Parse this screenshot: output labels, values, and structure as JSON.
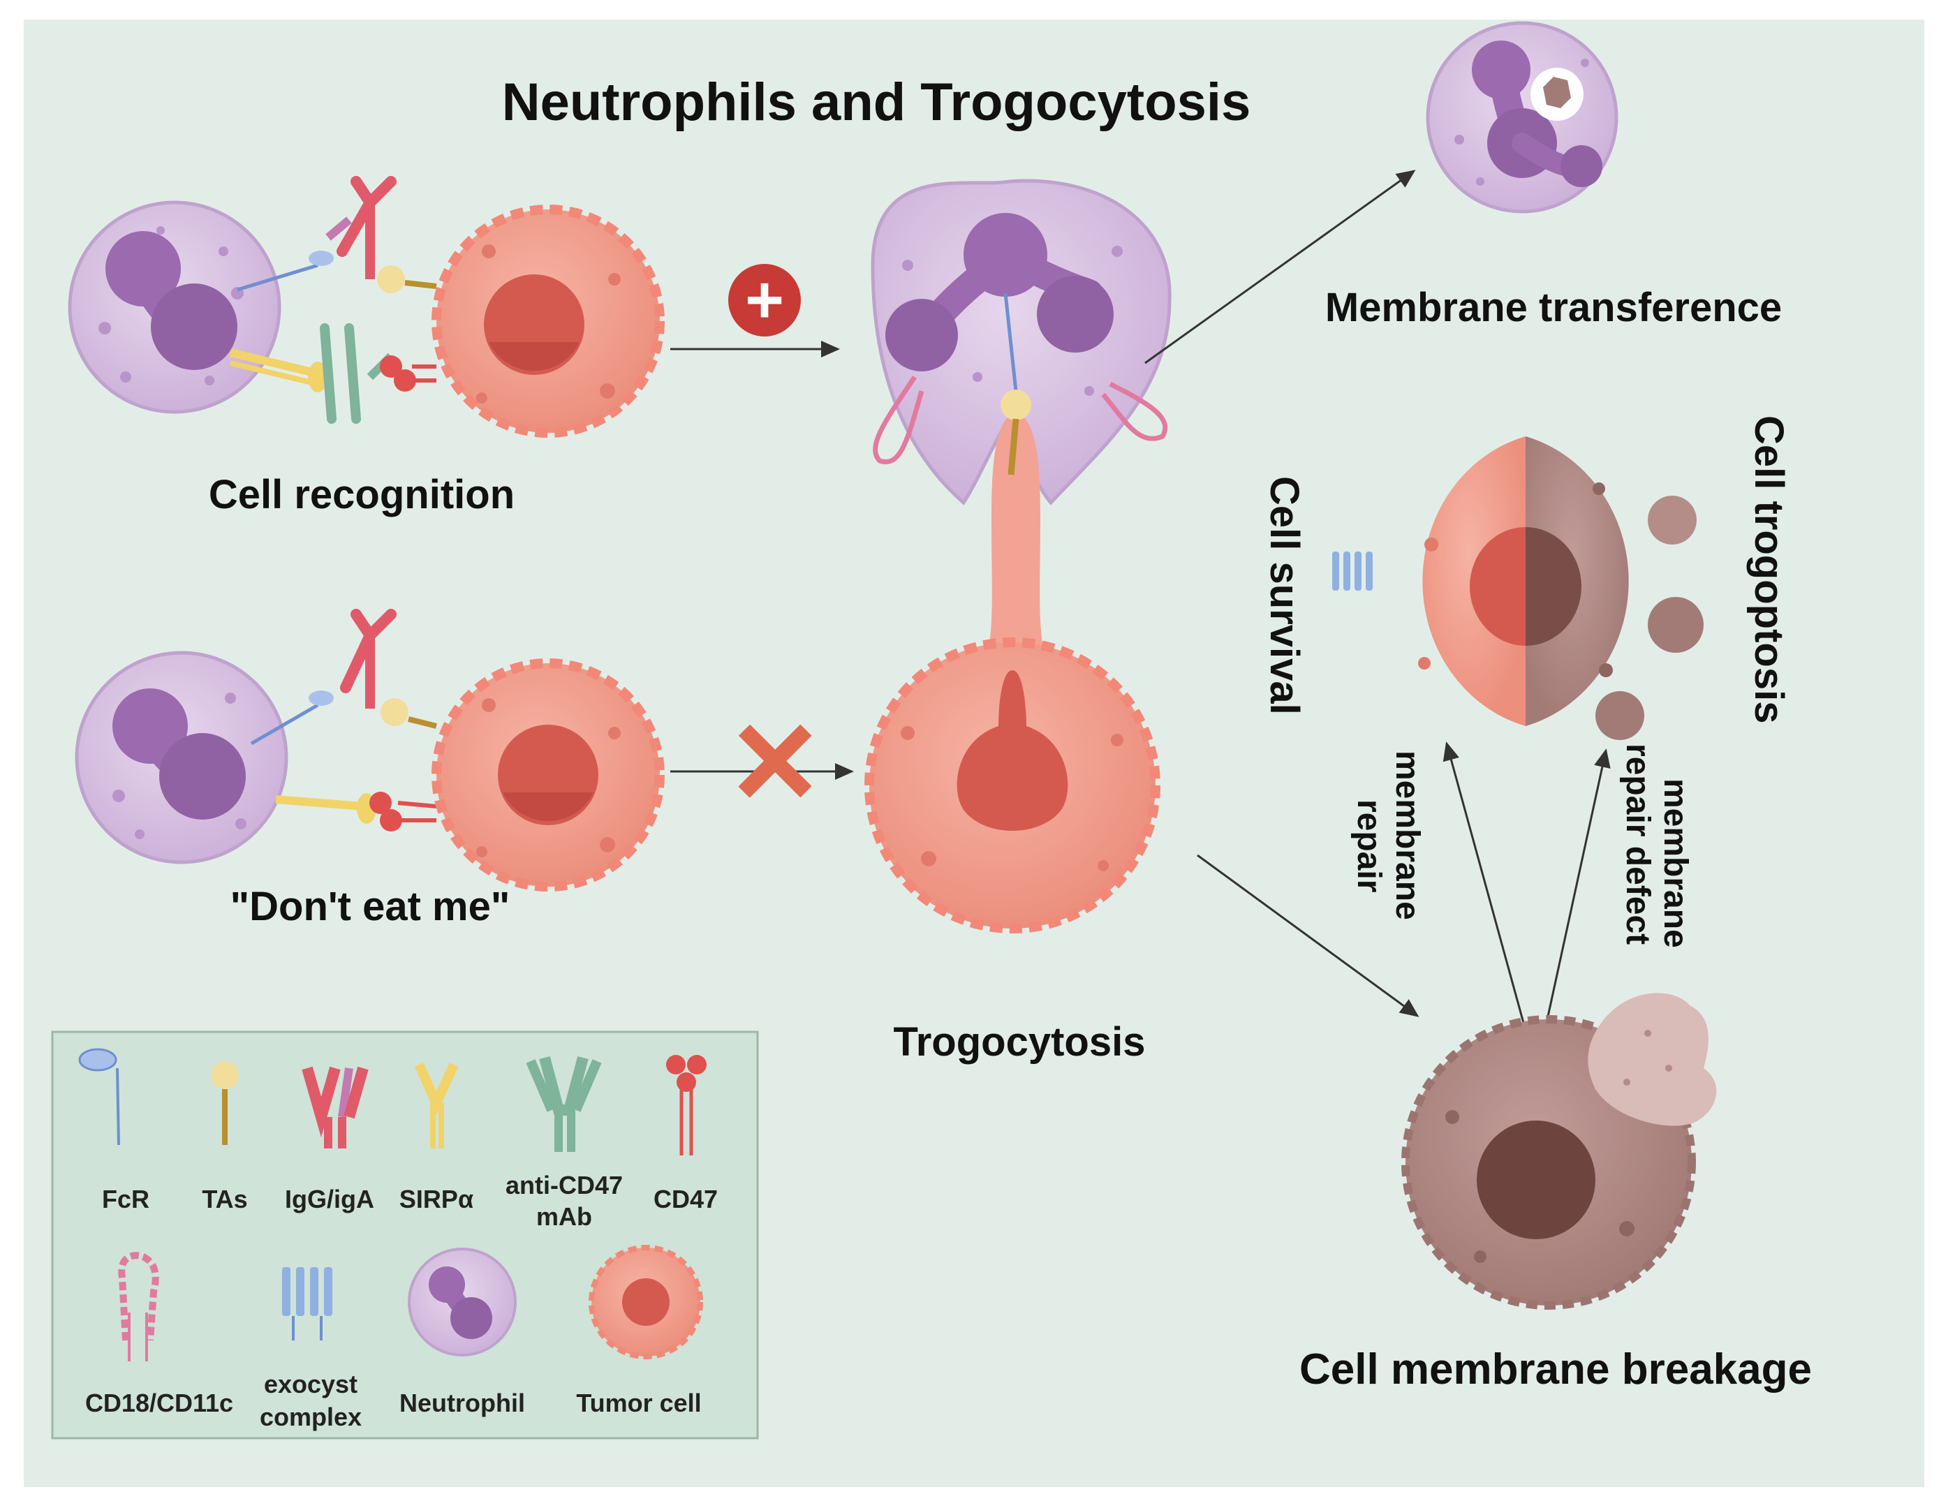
{
  "title": "Neutrophils and Trogocytosis",
  "labels": {
    "cell_recognition": "Cell recognition",
    "dont_eat_me": "\"Don't eat me\"",
    "trogocytosis": "Trogocytosis",
    "membrane_transference": "Membrane transference",
    "cell_survival": "Cell survival",
    "cell_trogoptosis": "Cell trogoptosis",
    "membrane_repair_1": "membrane",
    "membrane_repair_2": "repair",
    "repair_defect_1": "membrane",
    "repair_defect_2": "repair defect",
    "cell_membrane_breakage": "Cell membrane breakage"
  },
  "symbols": {
    "plus": "+",
    "cross": "×"
  },
  "legend": {
    "row1": [
      {
        "label": "FcR",
        "icon": "fcr-icon"
      },
      {
        "label": "TAs",
        "icon": "tas-icon"
      },
      {
        "label": "IgG/igA",
        "icon": "igg-iga-icon"
      },
      {
        "label": "SIRPα",
        "icon": "sirpa-icon"
      },
      {
        "label1": "anti-CD47",
        "label2": "mAb",
        "icon": "anti-cd47-mab-icon"
      },
      {
        "label": "CD47",
        "icon": "cd47-icon"
      }
    ],
    "row2": [
      {
        "label": "CD18/CD11c",
        "icon": "cd18-cd11c-icon"
      },
      {
        "label1": "exocyst",
        "label2": "complex",
        "icon": "exocyst-complex-icon"
      },
      {
        "label": "Neutrophil",
        "icon": "neutrophil-icon"
      },
      {
        "label": "Tumor cell",
        "icon": "tumor-cell-icon"
      }
    ]
  },
  "colors": {
    "background": "#e3ede8",
    "legend_bg": "#cfe3d8",
    "neutrophil": "#dcc7e4",
    "nucleus": "#9b6aaf",
    "tumor": "#f29e8e",
    "tumor_nucleus": "#d85d52",
    "dying": "#b48c88",
    "dying_nucleus": "#7a4e48"
  }
}
